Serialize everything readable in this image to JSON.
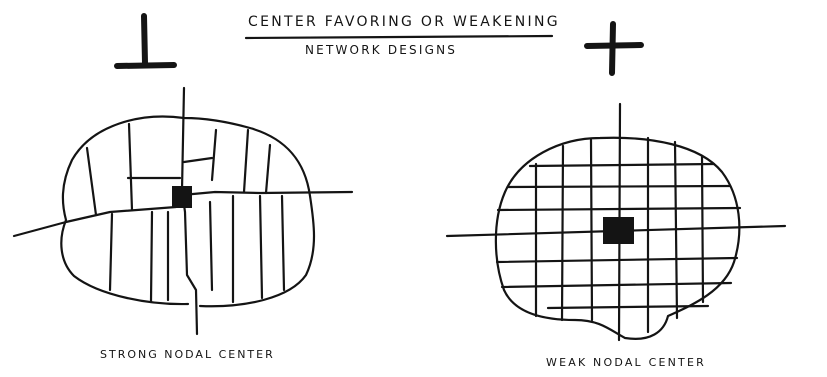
{
  "title": {
    "line1": "CENTER FAVORING OR WEAKENING",
    "line2": "NETWORK DESIGNS"
  },
  "icons": {
    "left": "t-junction-icon",
    "right": "cross-junction-icon"
  },
  "diagrams": [
    {
      "label": "STRONG NODAL CENTER"
    },
    {
      "label": "WEAK NODAL CENTER"
    }
  ],
  "colors": {
    "ink": "#141414",
    "background": "#ffffff"
  }
}
